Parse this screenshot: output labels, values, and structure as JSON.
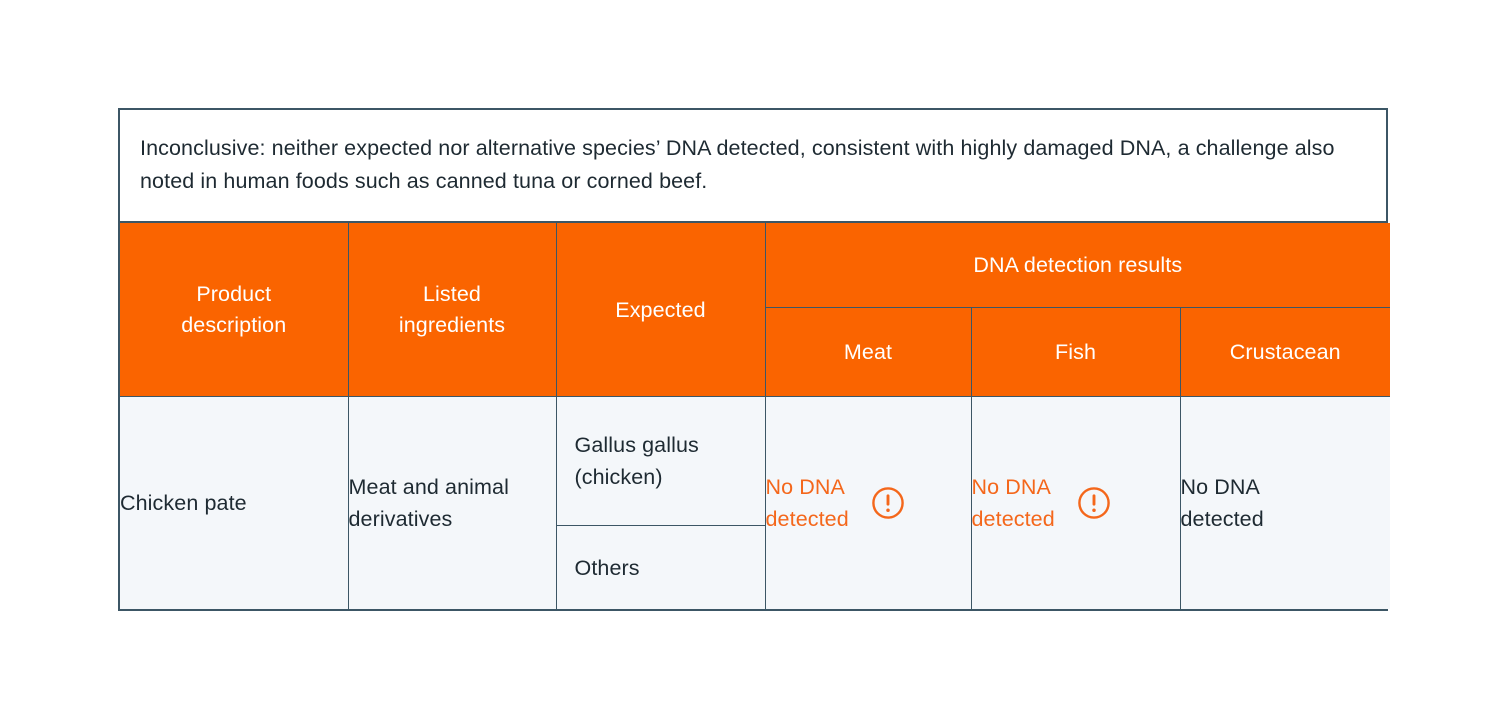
{
  "colors": {
    "header_orange": "#fa6400",
    "alert_orange": "#f4671b",
    "border": "#3c5665",
    "body_bg": "#f4f7fa",
    "text": "#1e2a32",
    "header_text": "#ffffff"
  },
  "caption": {
    "text": "Inconclusive: neither expected nor alternative species’ DNA detected, consistent with highly damaged DNA, a challenge also noted in human foods such as canned tuna or corned beef."
  },
  "table": {
    "headers": {
      "product_description": "Product\ndescription",
      "listed_ingredients": "Listed\ningredients",
      "expected": "Expected",
      "dna_group": "DNA detection results",
      "meat": "Meat",
      "fish": "Fish",
      "crustacean": "Crustacean"
    },
    "rows": [
      {
        "product_description": "Chicken pate",
        "listed_ingredients": "Meat and animal derivatives",
        "expected_primary": "Gallus gallus (chicken)",
        "expected_secondary": "Others",
        "meat": {
          "text": "No DNA\ndetected",
          "alert": true,
          "icon": "alert-circle-icon"
        },
        "fish": {
          "text": "No DNA\ndetected",
          "alert": true,
          "icon": "alert-circle-icon"
        },
        "crustacean": {
          "text": "No DNA\ndetected",
          "alert": false,
          "icon": null
        }
      }
    ]
  }
}
